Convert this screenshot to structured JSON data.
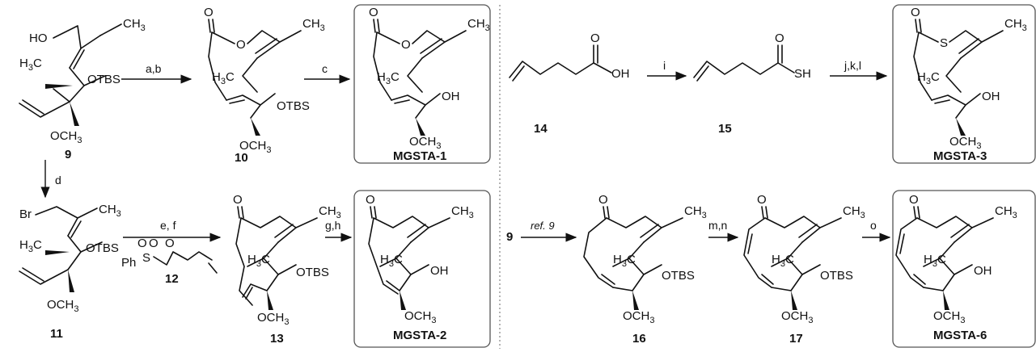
{
  "compounds": {
    "c9": {
      "label": "9"
    },
    "c10": {
      "label": "10"
    },
    "c11": {
      "label": "11"
    },
    "c12": {
      "label": "12"
    },
    "c13": {
      "label": "13"
    },
    "c14": {
      "label": "14"
    },
    "c15": {
      "label": "15"
    },
    "c16": {
      "label": "16"
    },
    "c17": {
      "label": "17"
    },
    "mgsta1": {
      "label": "MGSTA-1"
    },
    "mgsta2": {
      "label": "MGSTA-2"
    },
    "mgsta3": {
      "label": "MGSTA-3"
    },
    "mgsta6": {
      "label": "MGSTA-6"
    },
    "start9": {
      "label": "9"
    }
  },
  "reagents": {
    "ab": "a,b",
    "c": "c",
    "d": "d",
    "ef": "e, f",
    "gh": "g,h",
    "i": "i",
    "jkl": "j,k,l",
    "ref9": "ref. 9",
    "mn": "m,n",
    "o": "o"
  },
  "atoms": {
    "HO": "HO",
    "CH": "CH",
    "three": "3",
    "H3C_H": "H",
    "H3C_3": "3",
    "H3C_C": "C",
    "OTBS": "OTBS",
    "OCH": "OCH",
    "O": "O",
    "OH": "OH",
    "S": "S",
    "SH": "SH",
    "Br": "Br",
    "Ph": "Ph",
    "OPhS": "S"
  }
}
